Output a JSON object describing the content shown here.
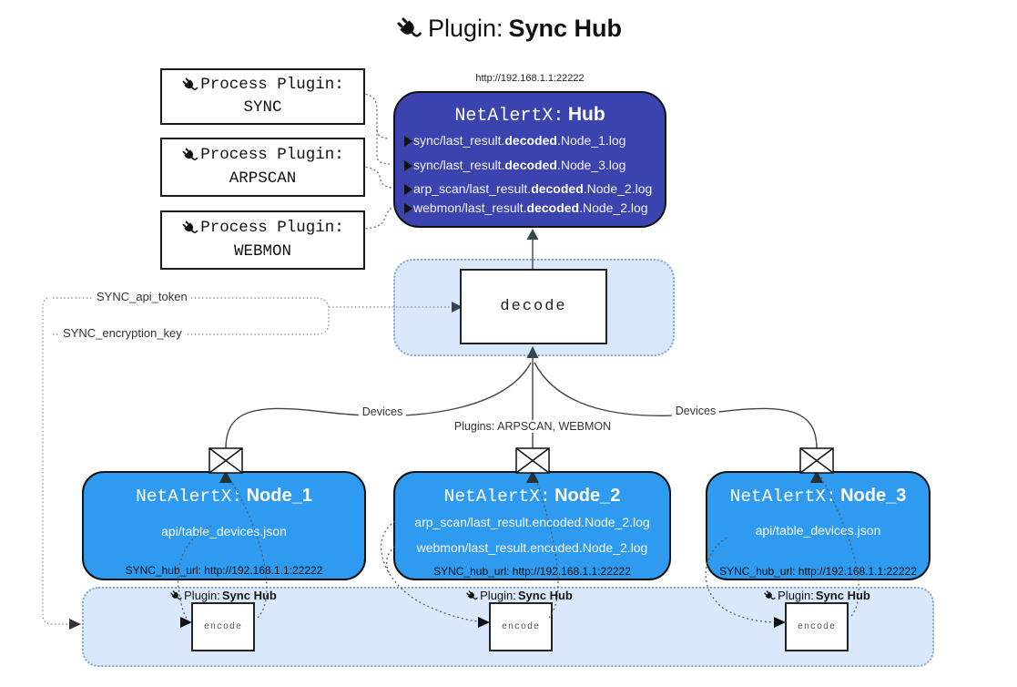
{
  "title": {
    "prefix": "Plugin:",
    "name": "Sync Hub"
  },
  "process_plugins": [
    {
      "label": "Process Plugin:",
      "name": "SYNC"
    },
    {
      "label": "Process Plugin:",
      "name": "ARPSCAN"
    },
    {
      "label": "Process Plugin:",
      "name": "WEBMON"
    }
  ],
  "hub": {
    "url": "http://192.168.1.1:22222",
    "title_prefix": "NetAlertX:",
    "title_name": "Hub",
    "logs": [
      {
        "pre": "sync/last_result.",
        "bold": "decoded",
        "post": ".Node_1.log"
      },
      {
        "pre": "sync/last_result.",
        "bold": "decoded",
        "post": ".Node_3.log"
      },
      {
        "pre": "arp_scan/last_result.",
        "bold": "decoded",
        "post": ".Node_2.log"
      },
      {
        "pre": "webmon/last_result.",
        "bold": "decoded",
        "post": ".Node_2.log"
      }
    ]
  },
  "decode_box": {
    "label": "decode"
  },
  "config": {
    "api_token": "SYNC_api_token",
    "encryption_key": "SYNC_encryption_key"
  },
  "edge_labels": {
    "devices_left": "Devices",
    "plugins_middle": "Plugins: ARPSCAN, WEBMON",
    "devices_right": "Devices"
  },
  "nodes": [
    {
      "title_prefix": "NetAlertX:",
      "title_name": "Node_1",
      "files": [
        "api/table_devices.json"
      ],
      "hub_url": "SYNC_hub_url: http://192.168.1.1:22222"
    },
    {
      "title_prefix": "NetAlertX:",
      "title_name": "Node_2",
      "files": [
        "arp_scan/last_result.encoded.Node_2.log",
        "webmon/last_result.encoded.Node_2.log"
      ],
      "hub_url": "SYNC_hub_url: http://192.168.1.1:22222"
    },
    {
      "title_prefix": "NetAlertX:",
      "title_name": "Node_3",
      "files": [
        "api/table_devices.json"
      ],
      "hub_url": "SYNC_hub_url: http://192.168.1.1:22222"
    }
  ],
  "encoders": [
    {
      "plugin_prefix": "Plugin:",
      "plugin_name": "Sync Hub",
      "box_label": "encode"
    },
    {
      "plugin_prefix": "Plugin:",
      "plugin_name": "Sync Hub",
      "box_label": "encode"
    },
    {
      "plugin_prefix": "Plugin:",
      "plugin_name": "Sync Hub",
      "box_label": "encode"
    }
  ],
  "colors": {
    "hub_fill": "#3b43ae",
    "node_fill": "#2e9bf0",
    "panel_fill": "#d9e9fb",
    "panel_border": "#8aa7c6",
    "light_text": "#f2f2f2",
    "dark_text": "#1a1a1a"
  }
}
